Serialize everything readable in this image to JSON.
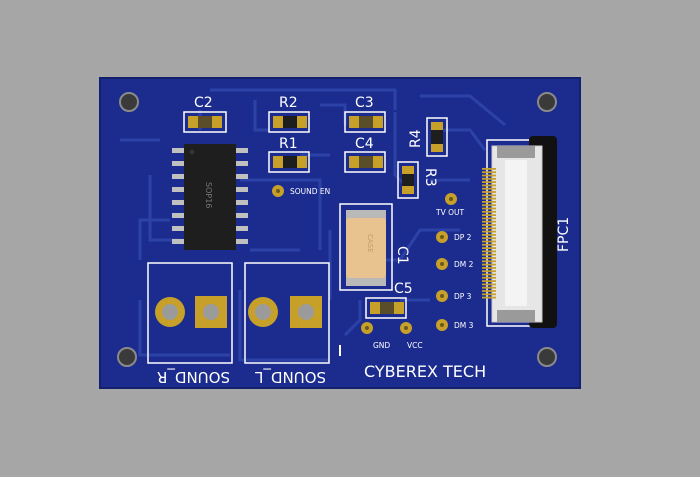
{
  "board": {
    "brand": "CYBEREX TECH",
    "designators": {
      "c1": "C1",
      "c2": "C2",
      "c3": "C3",
      "c4": "C4",
      "c5": "C5",
      "r1": "R1",
      "r2": "R2",
      "r3": "R3",
      "r4": "R4",
      "fpc1": "FPC1"
    },
    "pad_labels": {
      "sound_en": "SOUND EN",
      "tv_out": "TV OUT",
      "dp2": "DP 2",
      "dm2": "DM 2",
      "dp3": "DP 3",
      "dm3": "DM 3",
      "gnd": "GND",
      "vcc": "VCC"
    },
    "connectors": {
      "sound_r": "SOUND_R",
      "sound_l": "SOUND_L"
    },
    "ic_marking": "SOP16",
    "cap_marking": "CASE"
  },
  "colors": {
    "background": "#a6a6a6",
    "pcb": "#1b2c8e",
    "trace": "#2c3f9c",
    "silkscreen": "#ffffff",
    "gold": "#c7a02a",
    "ic_body": "#1e1e1e"
  }
}
